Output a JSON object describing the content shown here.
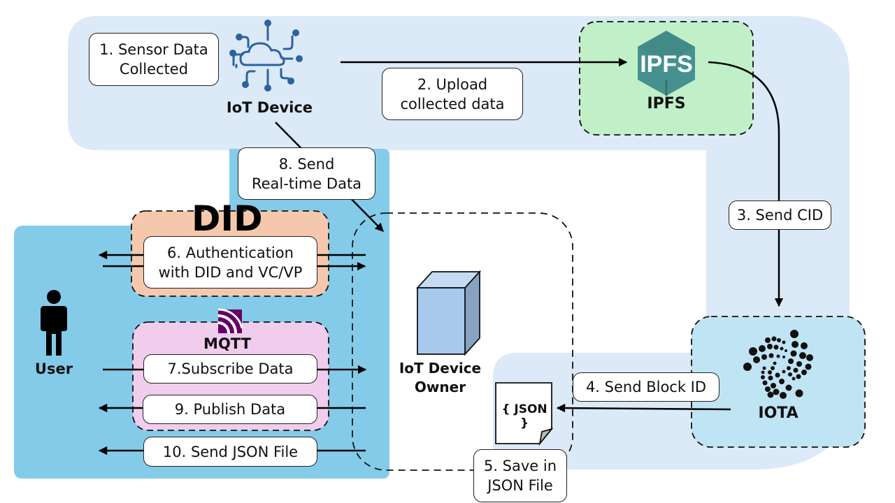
{
  "nodes": {
    "iot_device": "IoT Device",
    "ipfs": "IPFS",
    "ipfs_logo_text": "IPFS",
    "iota": "IOTA",
    "user": "User",
    "owner": "IoT Device\nOwner",
    "did": "DID",
    "mqtt": "MQTT",
    "json_doc": "{ JSON }"
  },
  "steps": [
    {
      "id": 1,
      "label": "1. Sensor Data\nCollected"
    },
    {
      "id": 2,
      "label": "2. Upload\ncollected data"
    },
    {
      "id": 3,
      "label": "3. Send CID"
    },
    {
      "id": 4,
      "label": "4. Send Block ID"
    },
    {
      "id": 5,
      "label": "5. Save in\nJSON File"
    },
    {
      "id": 6,
      "label": "6. Authentication\nwith DID and VC/VP"
    },
    {
      "id": 7,
      "label": "7.Subscribe Data"
    },
    {
      "id": 8,
      "label": "8. Send\nReal-time Data"
    },
    {
      "id": 9,
      "label": "9. Publish Data"
    },
    {
      "id": 10,
      "label": "10. Send JSON File"
    }
  ],
  "colors": {
    "light_blue_region": "#dce9f6",
    "user_region": "#84cbe9",
    "ipfs_box": "#c0efc8",
    "iota_box": "#bfe4f4",
    "did_box": "#f5c8ad",
    "mqtt_box": "#f0cdec",
    "iot_icon": "#2a64a0",
    "ipfs_logo": "#46918f",
    "mqtt_logo": "#660066",
    "server_front": "#a7c9ec",
    "server_side": "#86a3c2"
  }
}
